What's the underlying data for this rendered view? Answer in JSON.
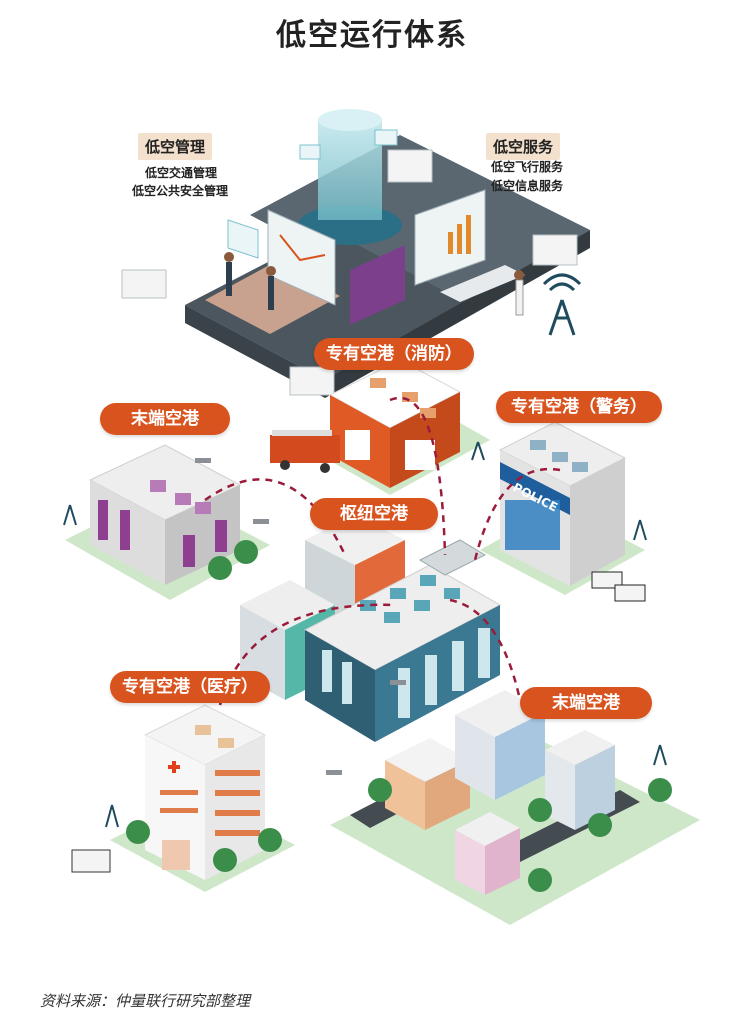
{
  "title": "低空运行体系",
  "management": {
    "heading": "低空管理",
    "items": [
      "低空交通管理",
      "低空公共安全管理"
    ]
  },
  "service": {
    "heading": "低空服务",
    "items": [
      "低空飞行服务",
      "低空信息服务"
    ]
  },
  "labels": {
    "fire": "专有空港（消防）",
    "terminal_left": "末端空港",
    "police": "专有空港（警务）",
    "hub": "枢纽空港",
    "medical": "专有空港（医疗）",
    "terminal_right": "末端空港"
  },
  "police_sign": "POLICE",
  "source": "资料来源：仲量联行研究部整理",
  "colors": {
    "accent": "#d9531e",
    "tag_bg": "#f3e1cd",
    "ground": "#cfe7c9",
    "route": "#9a1b3a"
  }
}
